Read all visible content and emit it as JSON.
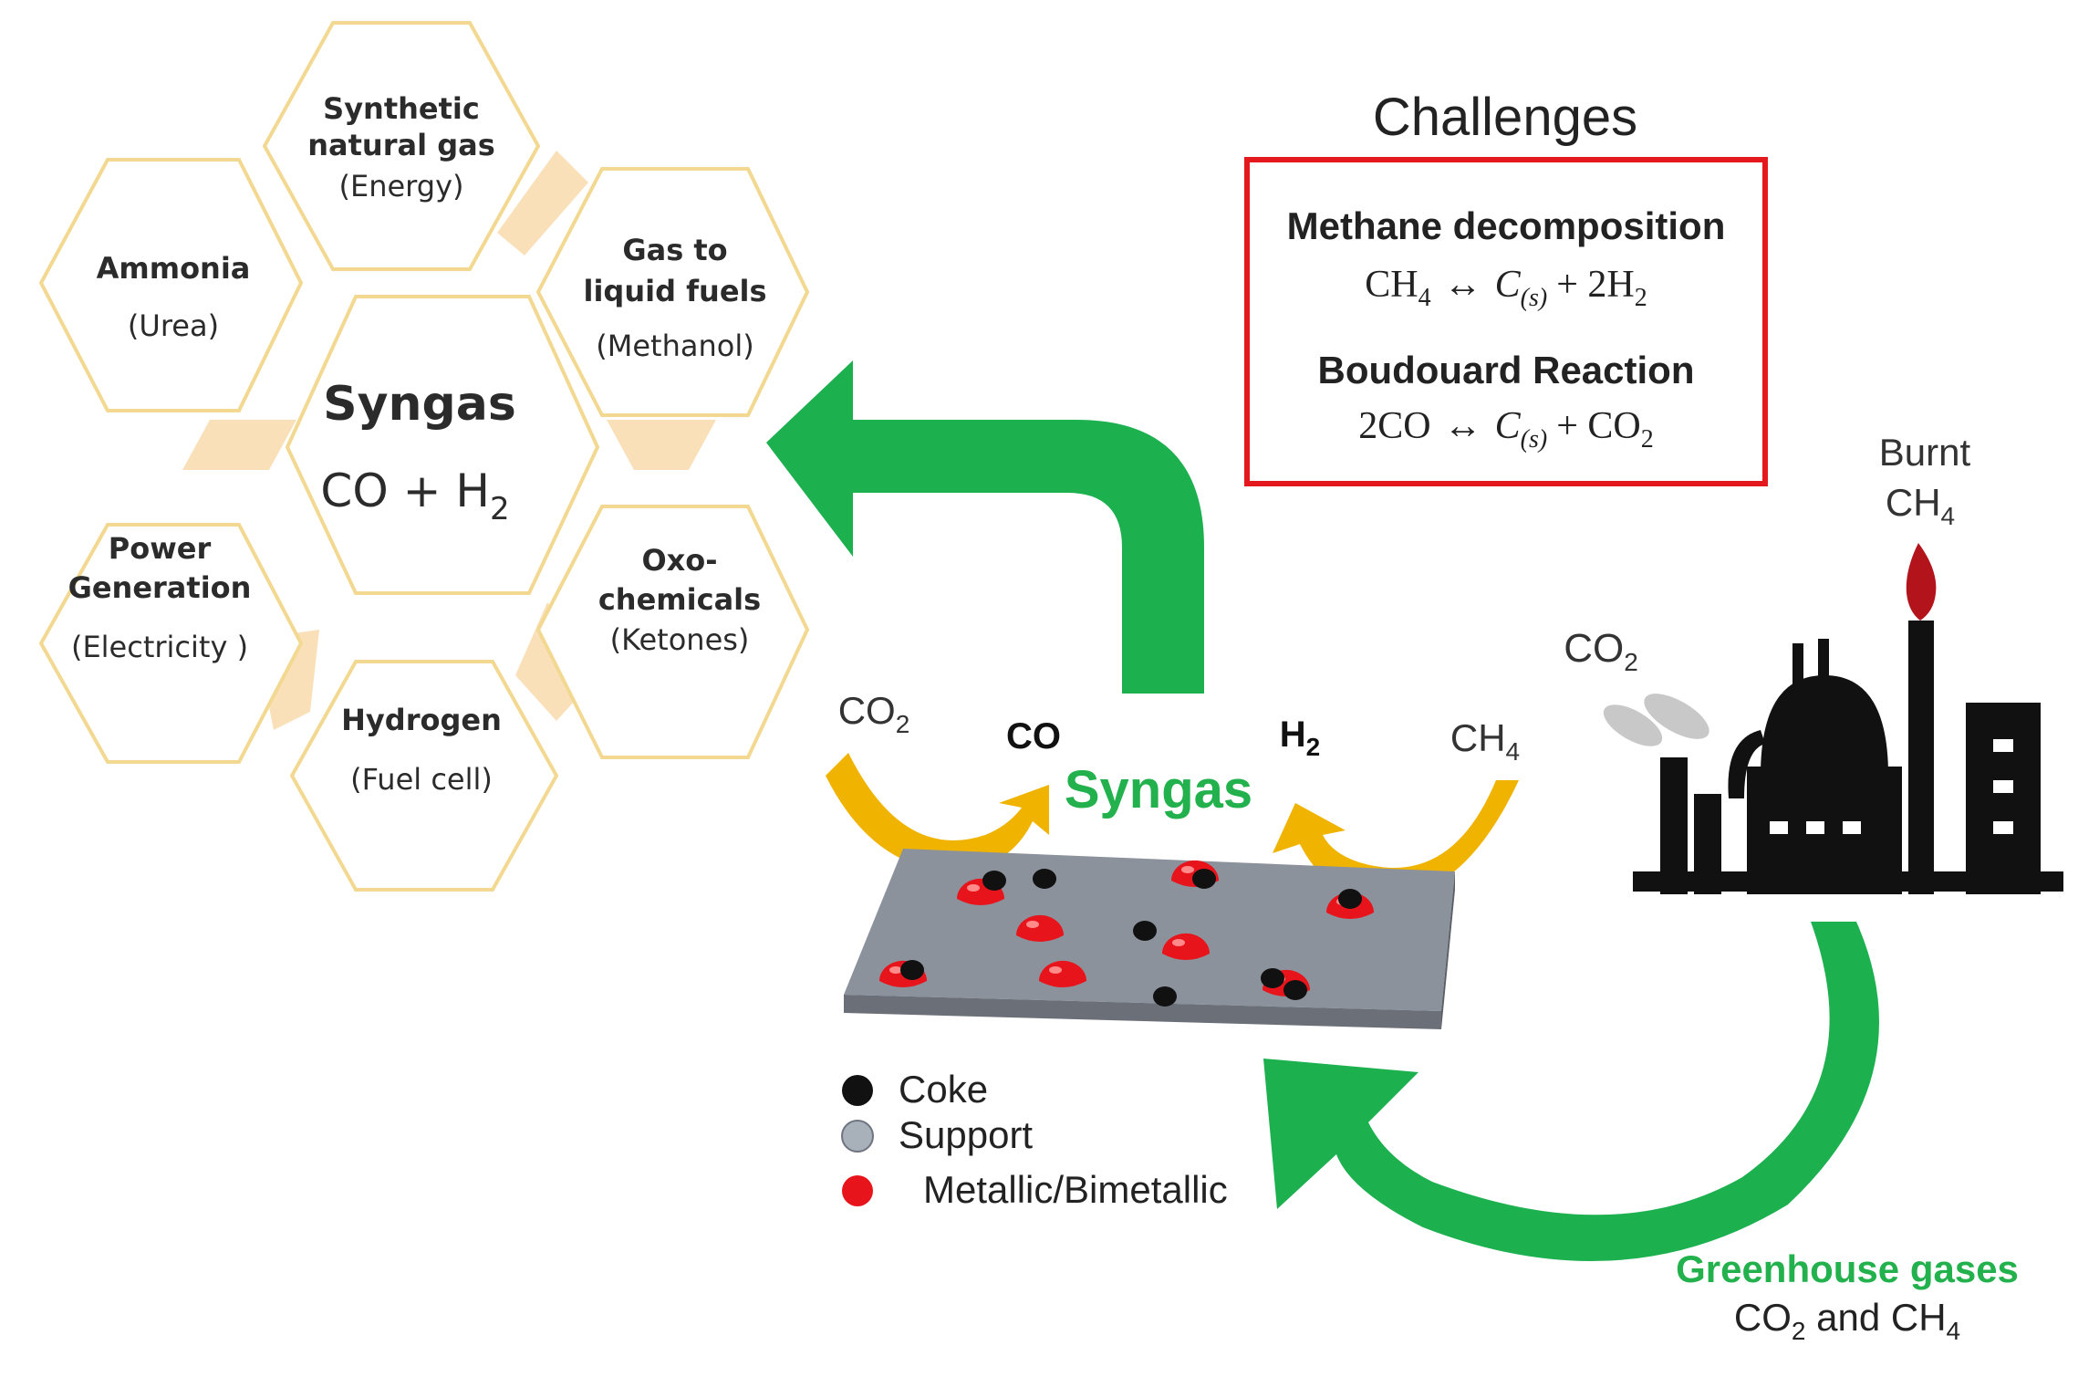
{
  "hexagons": {
    "center": {
      "title": "Syngas",
      "formula_a": "CO + H",
      "formula_sub": "2"
    },
    "synthetic_natural_gas": {
      "line1": "Synthetic",
      "line2": "natural gas",
      "line3": "(Energy)"
    },
    "gas_to_liquid": {
      "line1": "Gas to",
      "line2": "liquid fuels",
      "line3": "(Methanol)"
    },
    "ammonia": {
      "line1": "Ammonia",
      "line2": "(Urea)"
    },
    "power_generation": {
      "line1": "Power",
      "line2": "Generation",
      "line3": "(Electricity )"
    },
    "oxo_chemicals": {
      "line1": "Oxo-",
      "line2": "chemicals",
      "line3": "(Ketones)"
    },
    "hydrogen": {
      "line1": "Hydrogen",
      "line2": "(Fuel cell)"
    }
  },
  "challenges": {
    "title": "Challenges",
    "methane": {
      "heading": "Methane decomposition",
      "lhs": "CH",
      "lhs_sub": "4",
      "arrow": "↔",
      "c": "C",
      "c_sub": "(s)",
      "plus": "+ 2H",
      "plus_sub": "2"
    },
    "boudouard": {
      "heading": "Boudouard Reaction",
      "lhs": "2CO",
      "arrow": "↔",
      "c": "C",
      "c_sub": "(s)",
      "plus": "+ CO",
      "plus_sub": "2"
    },
    "border_color": "#e3191e"
  },
  "catalyst": {
    "co2": "CO",
    "co2_sub": "2",
    "co": "CO",
    "syngas": "Syngas",
    "h2": "H",
    "h2_sub": "2",
    "ch4": "CH",
    "ch4_sub": "4"
  },
  "legend": {
    "coke": "Coke",
    "support": "Support",
    "metallic": "Metallic/Bimetallic"
  },
  "plant": {
    "burnt_line1": "Burnt",
    "burnt_line2": "CH",
    "burnt_sub": "4",
    "co2": "CO",
    "co2_sub": "2"
  },
  "greenhouse": {
    "title": "Greenhouse gases",
    "line2a": "CO",
    "line2_sub": "2",
    "line2b": " and CH",
    "line2_sub2": "4"
  },
  "colors": {
    "green_arrow": "#1cb04e",
    "green_text": "#22b14c",
    "gold_arrow": "#f0b400",
    "hex_border": "#f2d890",
    "hex_connector": "#fae0b8",
    "support_plate": "#8b929c",
    "metal": "#e8141c",
    "coke": "#111111"
  }
}
